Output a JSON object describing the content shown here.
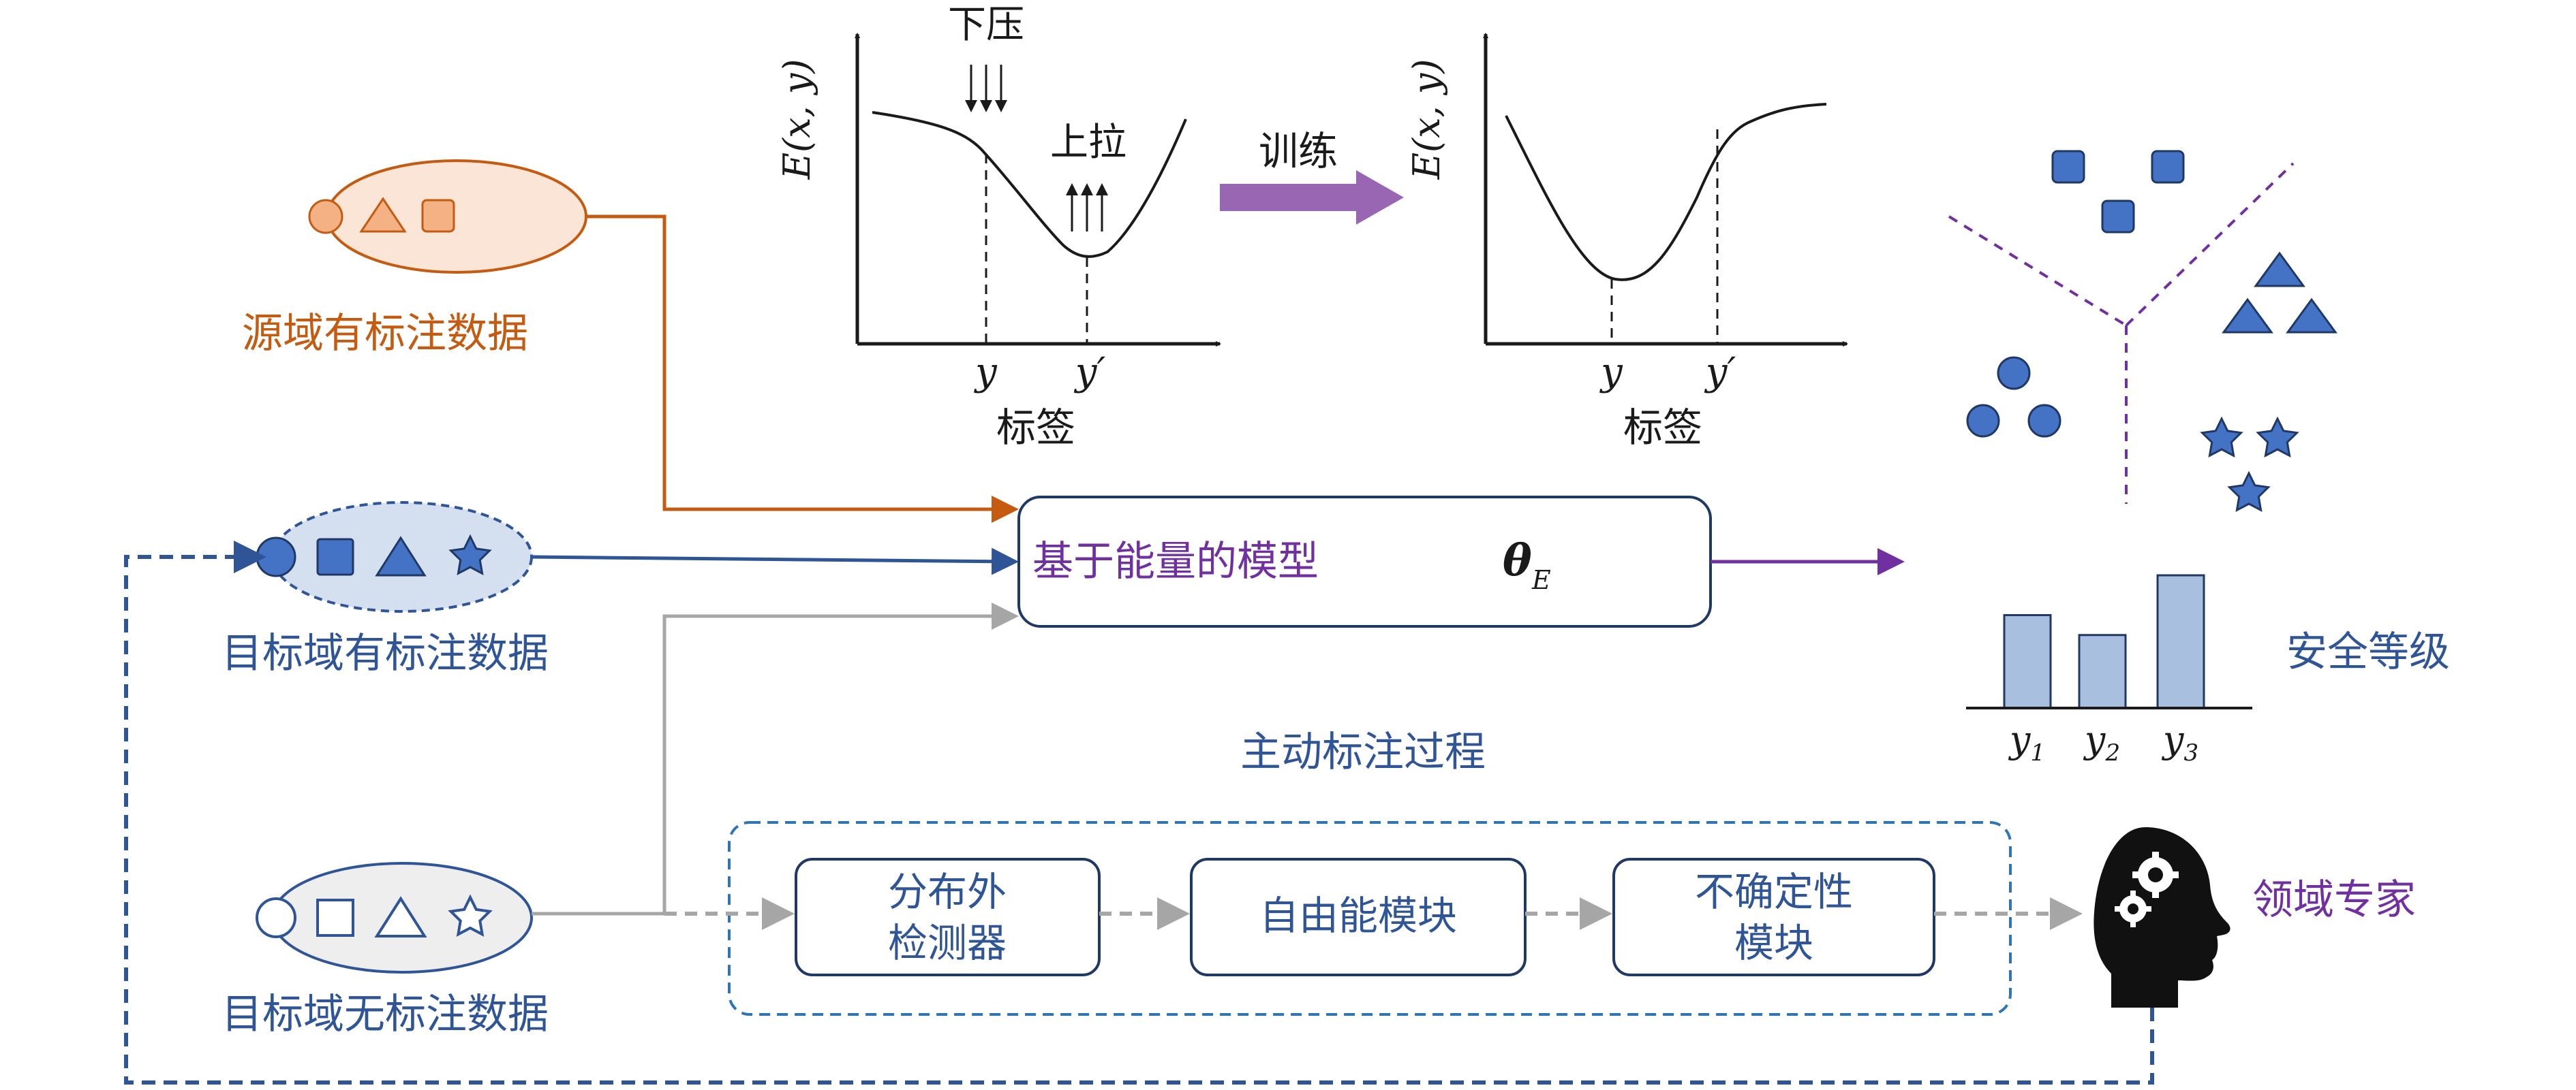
{
  "colors": {
    "source": "#c55a11",
    "source_fill": "#fbe5d6",
    "target": "#2f5597",
    "target_fill": "#d4dff0",
    "unlabeled_fill": "#eeeeee",
    "purple": "#7030a0",
    "purple_arrow": "#9966b3",
    "gray": "#a6a6a6",
    "box_border": "#203864",
    "dashed_border": "#2e75b6",
    "shape_fill": "#4472c4",
    "bar_fill": "#a9bfe0",
    "text_dark": "#1a1a1a"
  },
  "labels": {
    "source_data": "源域有标注数据",
    "target_labeled": "目标域有标注数据",
    "target_unlabeled": "目标域无标注数据",
    "model": "基于能量的模型",
    "model_symbol": "θ",
    "model_symbol_sub": "E",
    "train": "训练",
    "push_down": "下压",
    "pull_up": "上拉",
    "axis_label_left": "标签",
    "axis_label_right": "标签",
    "y_axis": "E(x, y)",
    "tick_y": "y",
    "tick_y_prime": "y′",
    "safety_level": "安全等级",
    "bar_y1": "y",
    "bar_y1_sub": "1",
    "bar_y2": "y",
    "bar_y2_sub": "2",
    "bar_y3": "y",
    "bar_y3_sub": "3",
    "active_process": "主动标注过程",
    "ood_line1": "分布外",
    "ood_line2": "检测器",
    "free_energy": "自由能模块",
    "uncertainty_line1": "不确定性",
    "uncertainty_line2": "模块",
    "domain_expert": "领域专家"
  },
  "icons": [
    "circle-icon",
    "square-icon",
    "triangle-icon",
    "star-icon",
    "expert-head-gears-icon"
  ],
  "chart_data": {
    "type": "bar",
    "categories": [
      "y1",
      "y2",
      "y3"
    ],
    "values": [
      0.7,
      0.55,
      1.0
    ]
  }
}
